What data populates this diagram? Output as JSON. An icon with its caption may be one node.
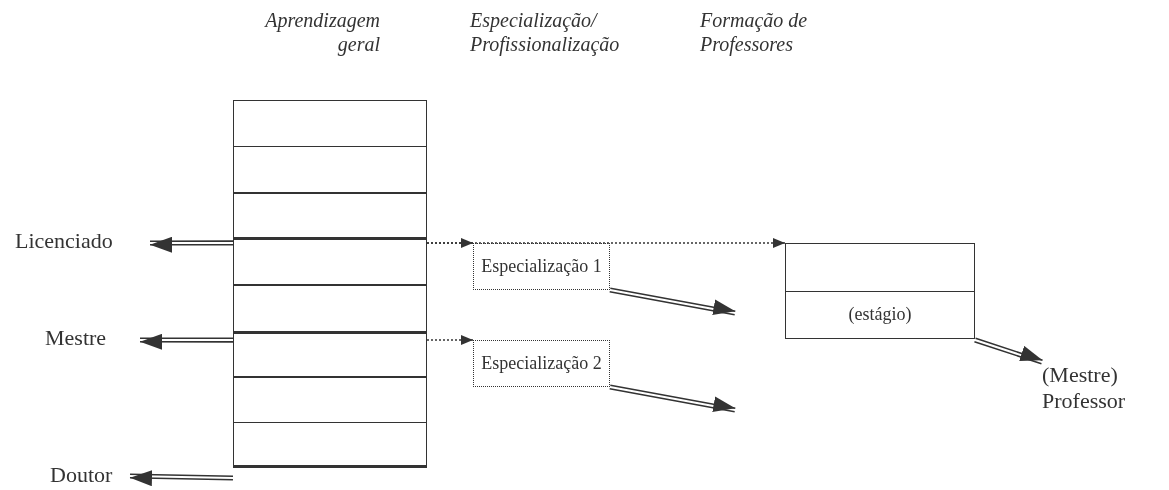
{
  "diagram": {
    "nodes": [
      {
        "text": [
          "Aprendizagem geral"
        ]
      },
      {
        "text": [],
        "shape": "box",
        "in": 0
      },
      {
        "text": [],
        "shape": "box",
        "in": 0
      },
      {
        "text": [],
        "shape": "box",
        "in": 0
      },
      {
        "text": [],
        "shape": "box",
        "in": 0
      },
      {
        "text": [],
        "shape": "box",
        "in": 0
      },
      {
        "text": [],
        "shape": "box",
        "in": 0
      },
      {
        "text": [],
        "shape": "box",
        "in": 0
      },
      {
        "text": [],
        "shape": "box",
        "in": 0
      },
      {
        "text": [
          "Licenciado"
        ]
      },
      {
        "text": [
          "Especialização 1"
        ]
      },
      {
        "text": [],
        "shape": "box"
      },
      {
        "text": [],
        "shape": "box",
        "in": 11
      },
      {
        "text": [
          "(estágio)"
        ],
        "in": 11
      },
      {
        "text": [
          "Mestre"
        ]
      },
      {
        "text": [
          "Especialização 2"
        ]
      },
      {
        "text": [
          "(Mestre) Professor"
        ]
      },
      {
        "text": [
          "Doutor"
        ]
      }
    ],
    "edges": [
      {
        "from": 0,
        "to": 9,
        "arrow": "to"
      },
      {
        "from": 0,
        "to": 10,
        "arrow": "to",
        "style": "dashed"
      },
      {
        "from": 0,
        "to": 11,
        "arrow": "to",
        "style": "dashed"
      },
      {
        "from": 10,
        "to": null,
        "arrow": "to"
      },
      {
        "from": 0,
        "to": 14,
        "arrow": "to"
      },
      {
        "from": 0,
        "to": 15,
        "arrow": "to",
        "style": "dashed"
      },
      {
        "from": 11,
        "to": 16,
        "arrow": "to"
      },
      {
        "from": 15,
        "to": null,
        "arrow": "to"
      },
      {
        "from": 0,
        "to": 17,
        "arrow": "to"
      }
    ],
    "labels": [
      "Especialização/ Profissionalização",
      "Formação de Professores"
    ]
  }
}
